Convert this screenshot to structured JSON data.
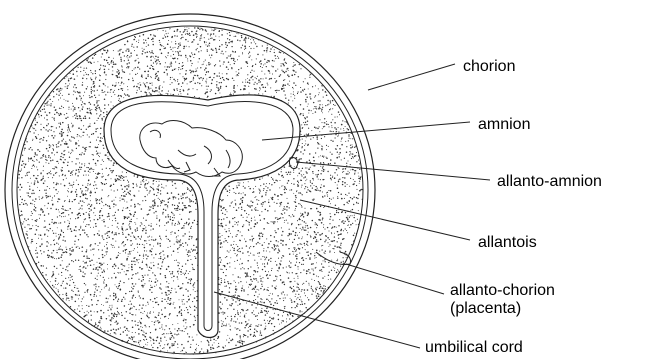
{
  "labels": {
    "chorion": "chorion",
    "amnion": "amnion",
    "allanto_amnion": "allanto-amnion",
    "allantois": "allantois",
    "allanto_chorion_line1": "allanto-chorion",
    "allanto_chorion_line2": "(placenta)",
    "umbilical_cord": "umbilical cord"
  }
}
